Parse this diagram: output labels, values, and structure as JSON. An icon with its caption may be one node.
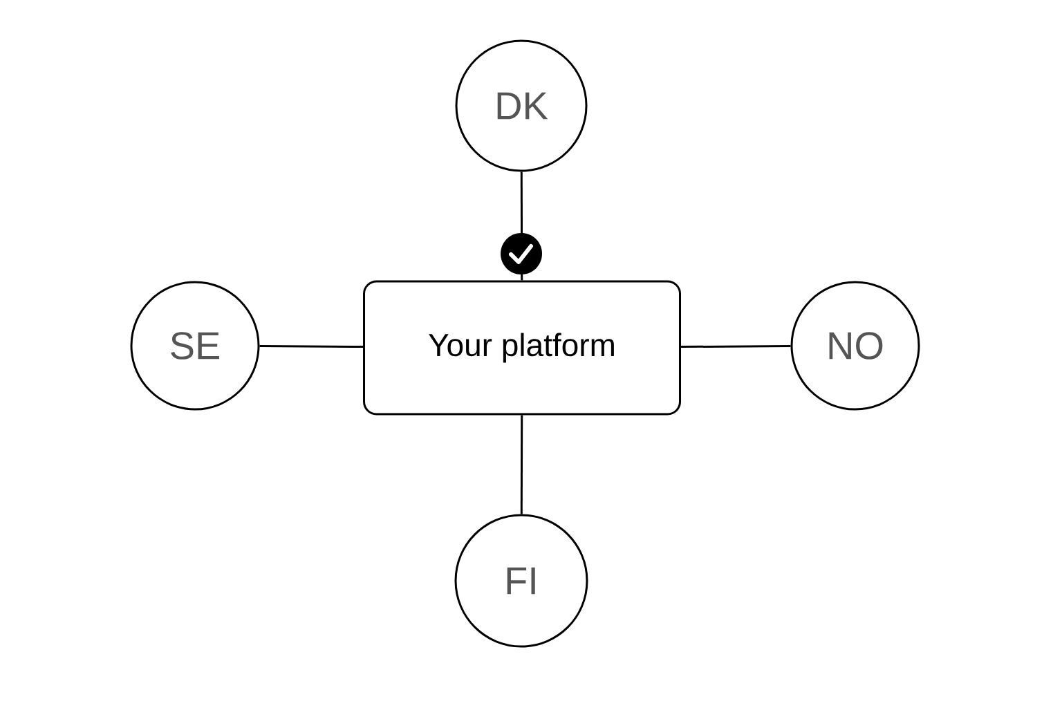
{
  "diagram": {
    "nodes": [
      {
        "text": [
          "DK"
        ]
      },
      {
        "text": [
          "SE"
        ]
      },
      {
        "text": [
          "Your platform"
        ]
      },
      {
        "text": [
          "NO"
        ]
      },
      {
        "text": [
          "FI"
        ]
      }
    ],
    "edges": [
      {
        "from": 0,
        "to": 2,
        "arrow": "none"
      },
      {
        "from": 1,
        "to": 2,
        "arrow": "none"
      },
      {
        "from": 2,
        "to": 3,
        "arrow": "none"
      },
      {
        "from": 2,
        "to": 4,
        "arrow": "none"
      }
    ]
  }
}
